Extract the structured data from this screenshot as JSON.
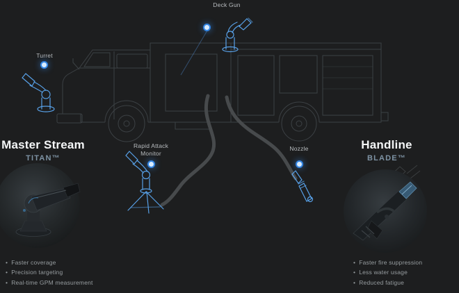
{
  "colors": {
    "background": "#1d1e1f",
    "accent": "#3f9bff",
    "wireframe": "#3e4347",
    "hose": "#474a4c"
  },
  "callouts": {
    "deck_gun": "Deck Gun",
    "turret": "Turret",
    "rapid_attack_monitor": "Rapid Attack Monitor",
    "nozzle": "Nozzle"
  },
  "products": {
    "master_stream": {
      "title": "Master Stream",
      "subtitle": "TITAN™",
      "bullets": [
        "Faster coverage",
        "Precision targeting",
        "Real-time GPM measurement"
      ]
    },
    "handline": {
      "title": "Handline",
      "subtitle": "BLADE™",
      "bullets": [
        "Faster fire suppression",
        "Less water usage",
        "Reduced fatigue"
      ]
    }
  }
}
